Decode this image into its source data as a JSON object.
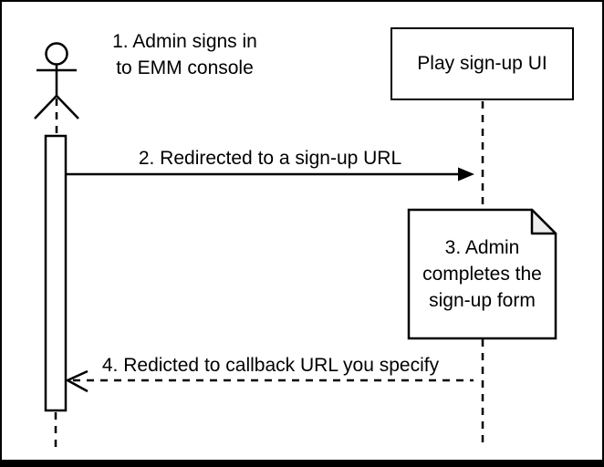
{
  "colors": {
    "stroke": "#000000",
    "canvas_background": "#ffffff",
    "shape_fill": "#ffffff",
    "note_fold_fill": "#eeeeee"
  },
  "participants": {
    "admin_actor": {
      "shape": "stick-figure-actor"
    },
    "play_signup_ui": {
      "label": "Play sign-up UI"
    }
  },
  "messages": {
    "step1": {
      "label": "1. Admin signs in\nto EMM console"
    },
    "step2": {
      "label": "2. Redirected to a sign-up URL"
    },
    "step3_note": {
      "label": "3. Admin\ncompletes the\nsign-up form"
    },
    "step4": {
      "label": "4. Redicted to callback URL you specify"
    }
  }
}
